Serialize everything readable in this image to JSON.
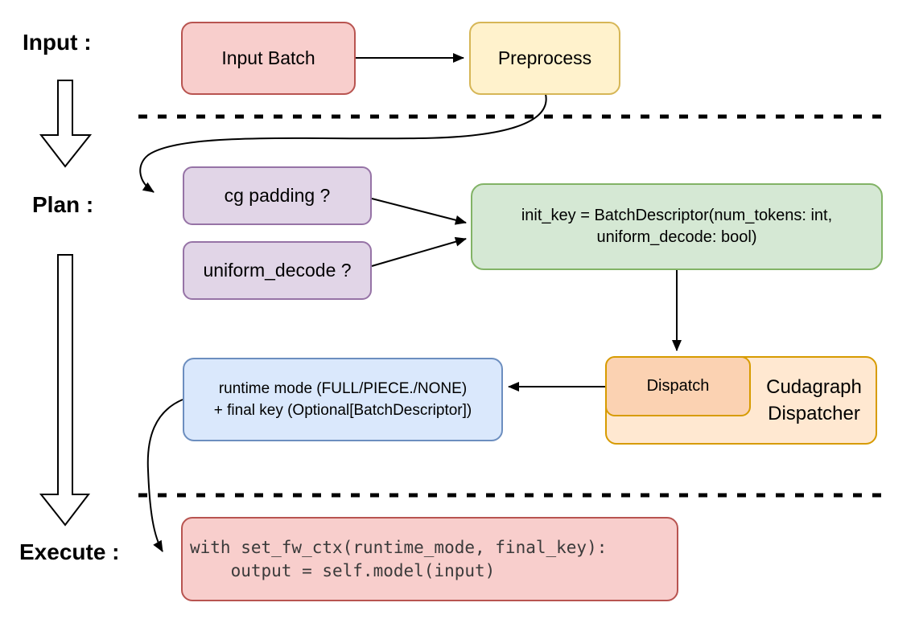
{
  "stage_labels": {
    "input": "Input :",
    "plan": "Plan :",
    "execute": "Execute :"
  },
  "nodes": {
    "input_batch": {
      "label": "Input Batch"
    },
    "preprocess": {
      "label": "Preprocess"
    },
    "cg_padding": {
      "label": "cg padding ?"
    },
    "uniform_decode": {
      "label": "uniform_decode ?"
    },
    "init_key": {
      "line1": "init_key = BatchDescriptor(num_tokens: int,",
      "line2": "uniform_decode: bool)"
    },
    "dispatch": {
      "label": "Dispatch"
    },
    "cudagraph_dispatcher": {
      "line1": "Cudagraph",
      "line2": "Dispatcher"
    },
    "runtime_mode": {
      "line1": "runtime mode (FULL/PIECE./NONE)",
      "line2": "+ final key (Optional[BatchDescriptor])"
    },
    "execute_code": {
      "line1": "with set_fw_ctx(runtime_mode, final_key):",
      "line2": "    output = self.model(input)"
    }
  },
  "colors": {
    "red_fill": "#F8CECC",
    "red_stroke": "#B85450",
    "yellow_fill": "#FFF2CC",
    "yellow_stroke": "#D6B656",
    "purple_fill": "#E1D5E7",
    "purple_stroke": "#9673A6",
    "green_fill": "#D5E8D4",
    "green_stroke": "#82B366",
    "blue_fill": "#DAE8FC",
    "blue_stroke": "#6C8EBF",
    "orange_outer_fill": "#FFE8D1",
    "orange_inner_fill": "#FBD2B2",
    "orange_stroke": "#D79B00",
    "line_color": "#000000",
    "text_color": "#000000",
    "code_text_color": "#3A3A3A"
  }
}
